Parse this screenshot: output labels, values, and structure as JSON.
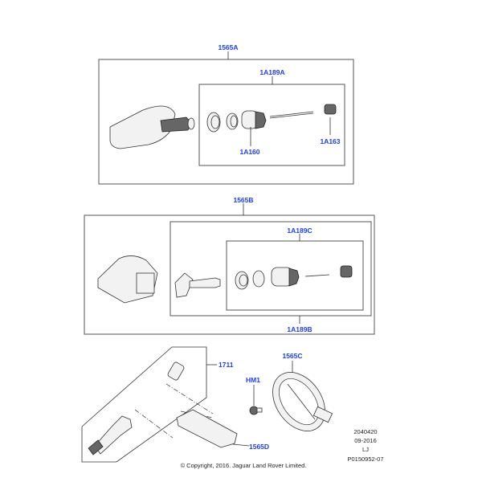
{
  "diagram": {
    "callouts": {
      "c1565A": "1565A",
      "c1A189A": "1A189A",
      "c1A160": "1A160",
      "c1A163": "1A163",
      "c1565B": "1565B",
      "c1A189C": "1A189C",
      "c1A189B": "1A189B",
      "c1711": "1711",
      "c1565C": "1565C",
      "cHM1": "HM1",
      "c1565D": "1565D"
    },
    "meta": {
      "code": "2040420",
      "date": "09-2016",
      "initials": "LJ",
      "illustration_id": "P0150952-07"
    },
    "copyright": "© Copyright, 2016. Jaguar Land Rover Limited."
  }
}
